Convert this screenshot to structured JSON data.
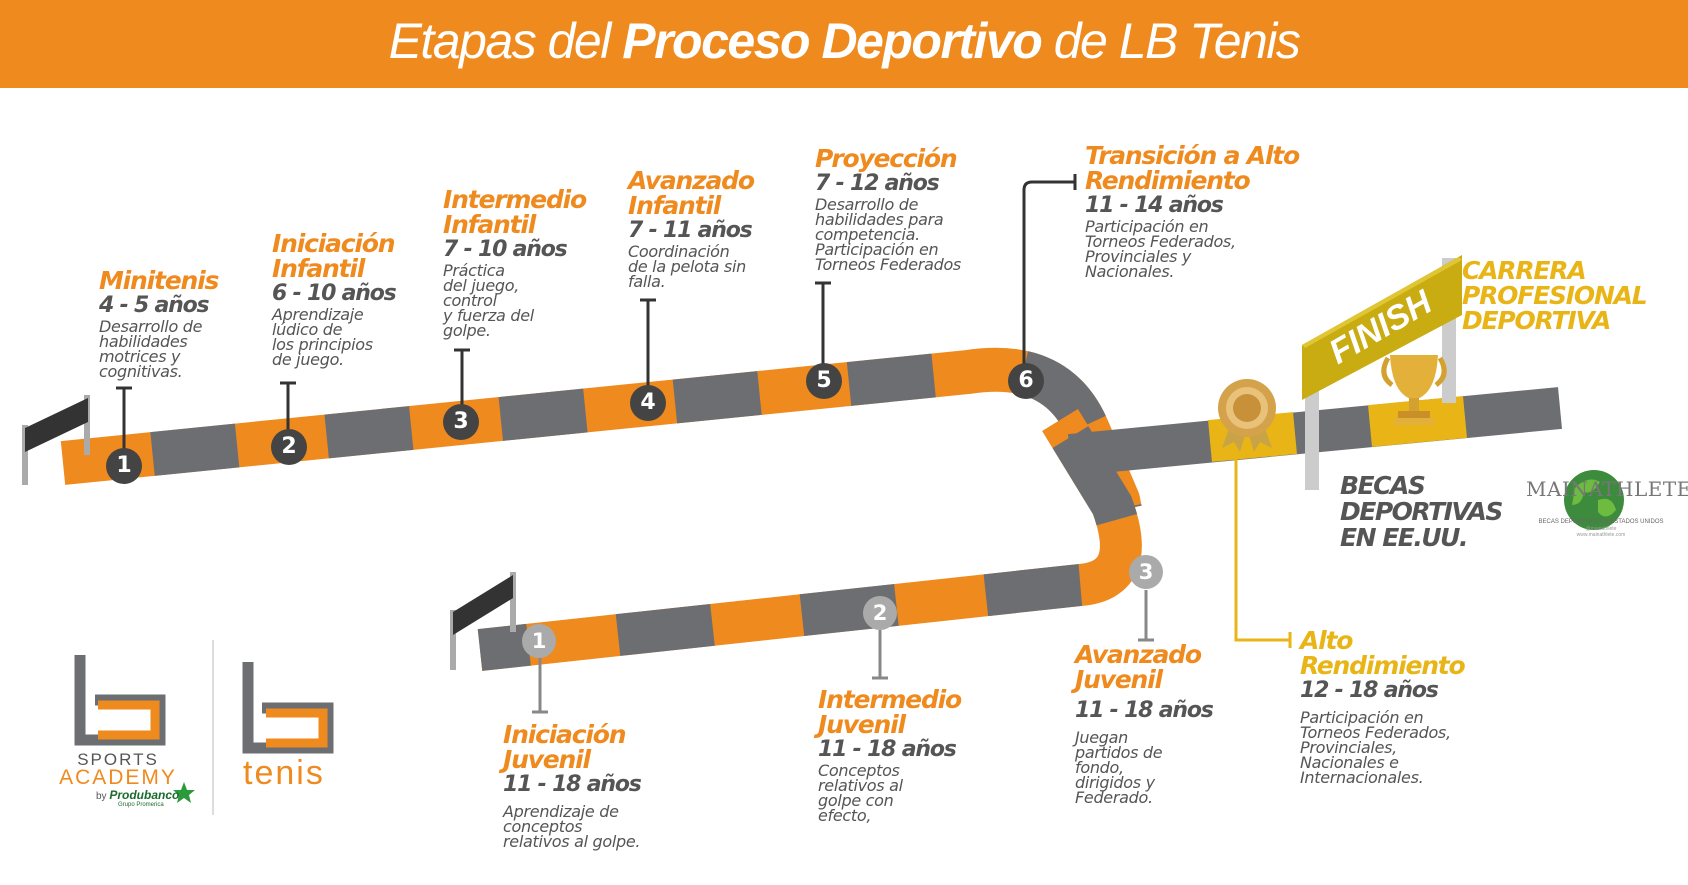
{
  "title": {
    "pre": "Etapas del ",
    "bold": "Proceso Deportivo",
    "post": " de LB Tenis"
  },
  "stages": [
    {
      "num": "1",
      "title": "Minitenis",
      "ages": "4 - 5 años",
      "desc": [
        "Desarrollo de",
        "habilidades",
        "motrices y",
        "cognitivas."
      ]
    },
    {
      "num": "2",
      "title": "Iniciación Infantil",
      "ages": "6 - 10 años",
      "desc": [
        "Aprendizaje",
        "lúdico de",
        "los principios",
        "de juego."
      ]
    },
    {
      "num": "3",
      "title": "Intermedio Infantil",
      "ages": "7 - 10 años",
      "desc": [
        "Práctica",
        "del juego,",
        "control",
        "y fuerza del",
        "golpe."
      ]
    },
    {
      "num": "4",
      "title": "Avanzado Infantil",
      "ages": "7 - 11 años",
      "desc": [
        "Coordinación",
        "de la pelota sin",
        "falla."
      ]
    },
    {
      "num": "5",
      "title": "Proyección",
      "ages": "7 - 12 años",
      "desc": [
        "Desarrollo de",
        "habilidades para",
        "competencia.",
        "Participación en",
        "Torneos Federados"
      ]
    },
    {
      "num": "6",
      "title": "Transición a Alto Rendimiento",
      "ages": "11 - 14  años",
      "desc": [
        "Participación en",
        "Torneos Federados,",
        "Provinciales y",
        "Nacionales."
      ]
    }
  ],
  "juvenil": [
    {
      "num": "1",
      "title": "Iniciación Juvenil",
      "ages": "11 - 18 años",
      "desc": [
        "Aprendizaje de",
        "conceptos",
        "relativos al golpe."
      ]
    },
    {
      "num": "2",
      "title": "Intermedio Juvenil",
      "ages": "11 - 18 años",
      "desc": [
        "Conceptos",
        "relativos al",
        "golpe con",
        "efecto,"
      ]
    },
    {
      "num": "3",
      "title": "Avanzado Juvenil",
      "ages": "11 - 18 años",
      "desc": [
        "Juegan",
        "partidos de",
        "fondo,",
        "dirigidos y",
        "Federado."
      ]
    }
  ],
  "alto": {
    "title": "Alto Rendimiento",
    "ages": "12 - 18 años",
    "desc": [
      "Participación en",
      "Torneos Federados,",
      "Provinciales,",
      "Nacionales e",
      "Internacionales."
    ]
  },
  "finish": "FINISH",
  "career": [
    "CARRERA",
    "PROFESIONAL",
    "DEPORTIVA"
  ],
  "becas": [
    "BECAS",
    "DEPORTIVAS",
    "EN EE.UU."
  ],
  "main_logo": {
    "name": "MAINATHLETE",
    "sub": "BECAS DEPORTIVAS EN ESTADOS UNIDOS",
    "sub2": [
      "@mainathlete",
      "www.mainathlete.com"
    ]
  },
  "logos": {
    "sports": "SPORTS",
    "academy": "ACADEMY",
    "by": "by",
    "produbanco": "Produbanco",
    "grupo": "Grupo Promerica",
    "tenis": "tenis"
  },
  "colors": {
    "orange": "#ef8a1e",
    "gray": "#6d6e71",
    "gold": "#e8b416",
    "text": "#555555"
  }
}
